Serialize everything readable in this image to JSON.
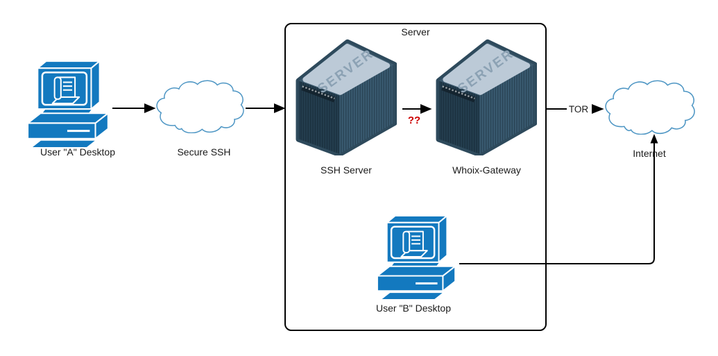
{
  "diagram": {
    "box_title": "Server",
    "nodes": {
      "user_a": {
        "label": "User \"A\" Desktop"
      },
      "secure_ssh": {
        "label": "Secure SSH"
      },
      "ssh_server": {
        "label": "SSH Server",
        "badge": "SERVER"
      },
      "whoix_gateway": {
        "label": "Whoix-Gateway",
        "badge": "SERVER"
      },
      "internet": {
        "label": "Internet"
      },
      "user_b": {
        "label": "User \"B\" Desktop"
      }
    },
    "edges": {
      "user_a_to_secure_ssh": {
        "label": ""
      },
      "secure_ssh_to_ssh_server": {
        "label": ""
      },
      "ssh_server_to_whoix_gateway": {
        "label": "??"
      },
      "whoix_gateway_to_internet": {
        "label": "TOR"
      },
      "user_b_to_internet": {
        "label": ""
      }
    },
    "colors": {
      "desktop_blue": "#1379BF",
      "cloud_stroke": "#4E96C4",
      "server_silhouette": "#2E4A5C",
      "server_left_face": "#243E4F",
      "server_front_face": "#3A5B71",
      "server_top_band": "#BCCAD7",
      "server_badge_text": "#8CA2B4",
      "warn_red": "#CC0000",
      "connector_black": "#000000"
    }
  }
}
